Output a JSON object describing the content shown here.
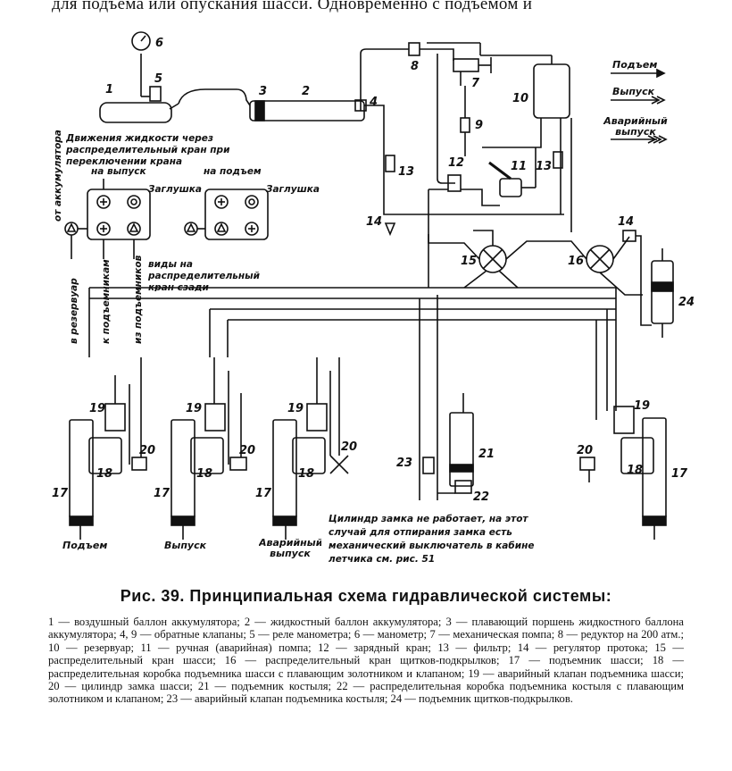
{
  "header": {
    "top_text": "для подъема или опускания шасси. Одновременно с подъемом и"
  },
  "diagram": {
    "numbers": [
      "1",
      "2",
      "3",
      "4",
      "5",
      "6",
      "7",
      "8",
      "9",
      "10",
      "11",
      "12",
      "13",
      "14",
      "15",
      "16",
      "17",
      "18",
      "19",
      "20",
      "21",
      "22",
      "23",
      "24"
    ],
    "legend_arrows": {
      "raise": "Подъем",
      "lower": "Выпуск",
      "emergency": "Аварийный выпуск"
    },
    "crane_note": "Движения жидкости через распределительный кран при переключении крана",
    "to_lower": "на выпуск",
    "to_raise": "на подъем",
    "plug": "Заглушка",
    "from_accumulator": "от аккумулятора",
    "to_reservoir": "в резервуар",
    "to_lifters": "к подъемникам",
    "from_lifters": "из подъемников",
    "views_note": "виды на распределительный кран сзади",
    "lock_note": "Цилиндр замка не работает, на этот случай для отпирания замка есть механический выключатель в кабине летчика",
    "lock_note_ref": "см. рис. 51",
    "unit_captions": {
      "raise": "Подъем",
      "lower": "Выпуск",
      "emergency": "Аварийный выпуск"
    }
  },
  "caption": {
    "title": "Рис. 39. Принципиальная схема гидравлической системы:",
    "legend": "1 — воздушный баллон аккумулятора; 2 — жидкостный баллон аккумулятора; 3 — плавающий поршень жидкостного баллона аккумулятора; 4, 9 — обратные клапаны; 5 — реле манометра; 6 — манометр; 7 — механическая помпа; 8 — редуктор на 200 атм.; 10 — резервуар; 11 — ручная (аварийная) помпа; 12 — зарядный кран; 13 — фильтр; 14 — регулятор протока; 15 — распределительный кран шасси; 16 — распределительный кран щитков-подкрылков; 17 — подъемник шасси; 18 — распределительная коробка подъемника шасси с плавающим золотником и клапаном; 19 — аварийный клапан подъемника шасси; 20 — цилиндр замка шасси; 21 — подъемник костыля; 22 — распределительная коробка подъемника костыля с плавающим золотником и клапаном; 23 — аварийный клапан подъемника костыля; 24 — подъемник щитков-подкрылков."
  }
}
